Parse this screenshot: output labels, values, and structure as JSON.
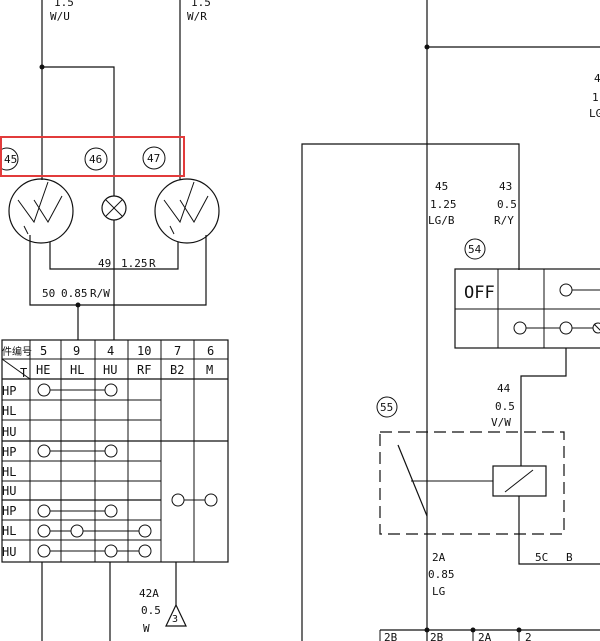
{
  "labels": {
    "top_left_gauge": "1.5",
    "top_left_color": "W/U",
    "top_mid_gauge": "1.5",
    "top_mid_color": "W/R",
    "top_right_num": "4",
    "top_right_gauge": "1.",
    "top_right_color": "LG",
    "bulb_45": "45",
    "bulb_46": "46",
    "bulb_47": "47",
    "wire49": "49",
    "wire49_spec": "1.25",
    "wire49_color": "R",
    "wire50": "50",
    "wire50_spec": "0.85",
    "wire50_color": "R/W",
    "wire45": "45",
    "wire45_spec": "1.25",
    "wire45_color": "LG/B",
    "wire43": "43",
    "wire43_spec": "0.5",
    "wire43_color": "R/Y",
    "comp54": "54",
    "switch_off": "OFF",
    "wire44": "44",
    "wire44_spec": "0.5",
    "wire44_color": "V/W",
    "comp55": "55",
    "wire2A": "2A",
    "wire2A_spec": "0.85",
    "wire2A_color": "LG",
    "wire5C": "5C",
    "wire5C_color": "B",
    "wire42A": "42A",
    "wire42A_spec": "0.5",
    "wire42A_color": "W",
    "ground3": "3",
    "bottom_2B_a": "2B",
    "bottom_2B_b": "2B",
    "bottom_2A": "2A",
    "bottom_2": "2"
  },
  "table": {
    "corner_top": "件编号",
    "corner_bottom": "T",
    "headers": [
      "5",
      "9",
      "4",
      "10",
      "7",
      "6"
    ],
    "subheaders": [
      "HE",
      "HL",
      "HU",
      "RF",
      "B2",
      "M"
    ],
    "rows": [
      "HP",
      "HL",
      "HU",
      "HP",
      "HL",
      "HU",
      "HP",
      "HL",
      "HU"
    ]
  }
}
